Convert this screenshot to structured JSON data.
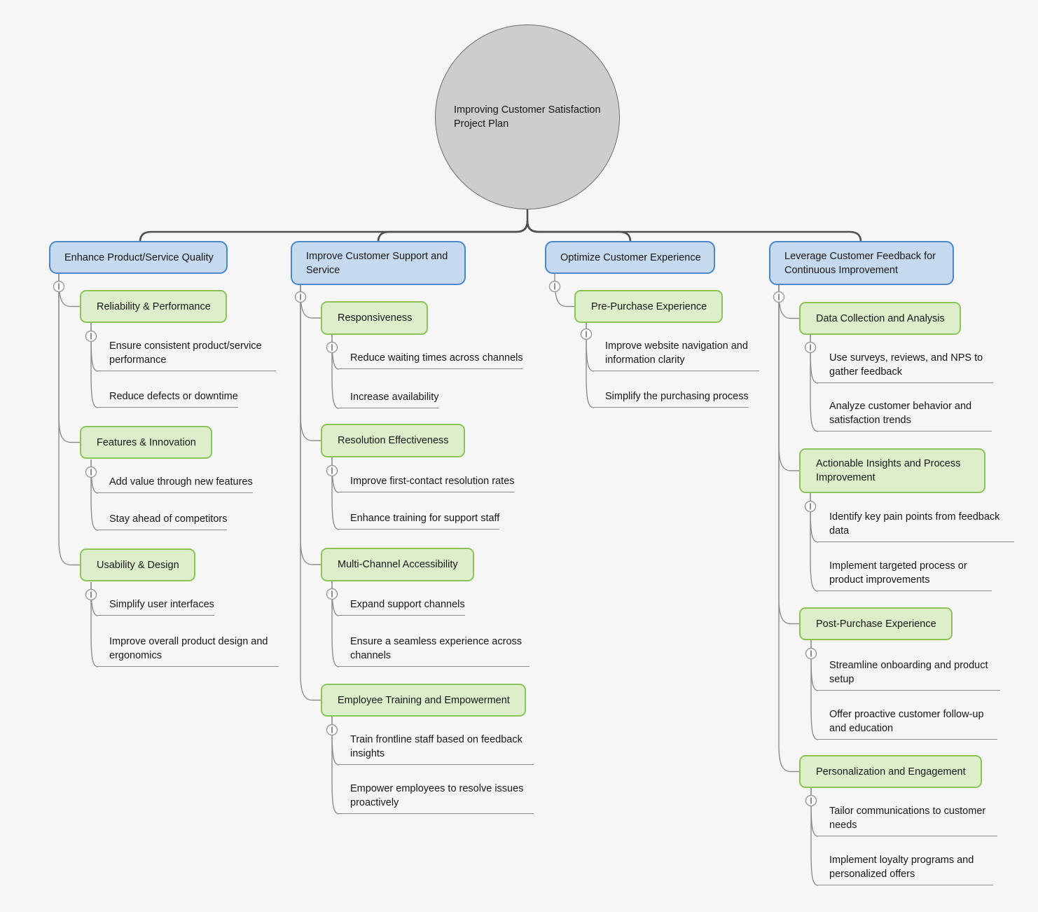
{
  "root": {
    "label": "Improving Customer Satisfaction Project Plan"
  },
  "branches": [
    {
      "label": "Enhance Product/Service Quality",
      "topics": [
        {
          "label": "Reliability & Performance",
          "leaves": [
            "Ensure consistent product/service performance",
            "Reduce defects or downtime"
          ]
        },
        {
          "label": "Features & Innovation",
          "leaves": [
            "Add value through new features",
            "Stay ahead of competitors"
          ]
        },
        {
          "label": "Usability & Design",
          "leaves": [
            "Simplify user interfaces",
            "Improve overall product design and ergonomics"
          ]
        }
      ]
    },
    {
      "label": "Improve Customer Support and Service",
      "topics": [
        {
          "label": "Responsiveness",
          "leaves": [
            "Reduce waiting times across channels",
            "Increase availability"
          ]
        },
        {
          "label": "Resolution Effectiveness",
          "leaves": [
            "Improve first-contact resolution rates",
            "Enhance training for support staff"
          ]
        },
        {
          "label": "Multi-Channel Accessibility",
          "leaves": [
            "Expand support channels",
            "Ensure a seamless experience across channels"
          ]
        },
        {
          "label": "Employee Training and Empowerment",
          "leaves": [
            "Train frontline staff based on feedback insights",
            "Empower employees to resolve issues proactively"
          ]
        }
      ]
    },
    {
      "label": "Optimize Customer Experience",
      "topics": [
        {
          "label": "Pre-Purchase Experience",
          "leaves": [
            "Improve website navigation and information clarity",
            "Simplify the purchasing process"
          ]
        }
      ]
    },
    {
      "label": "Leverage Customer Feedback for Continuous Improvement",
      "topics": [
        {
          "label": "Data Collection and Analysis",
          "leaves": [
            "Use surveys, reviews, and NPS to gather feedback",
            "Analyze customer behavior and satisfaction trends"
          ]
        },
        {
          "label": "Actionable Insights and Process Improvement",
          "leaves": [
            "Identify key pain points from feedback data",
            "Implement targeted process or product improvements"
          ]
        },
        {
          "label": "Post-Purchase Experience",
          "leaves": [
            "Streamline onboarding and product setup",
            "Offer proactive customer follow-up and education"
          ]
        },
        {
          "label": "Personalization and Engagement",
          "leaves": [
            "Tailor communications to customer needs",
            "Implement loyalty programs and personalized offers"
          ]
        }
      ]
    }
  ],
  "colors": {
    "background": "#f6f6f7",
    "root_fill": "#cdcdcd",
    "root_border": "#6e6e6e",
    "branch_fill": "#c5d9ef",
    "branch_border": "#4a86c8",
    "topic_fill": "#ddeeca",
    "topic_border": "#8cc45a",
    "connector": "#8d8d8d",
    "trunk": "#4f4f4f"
  }
}
